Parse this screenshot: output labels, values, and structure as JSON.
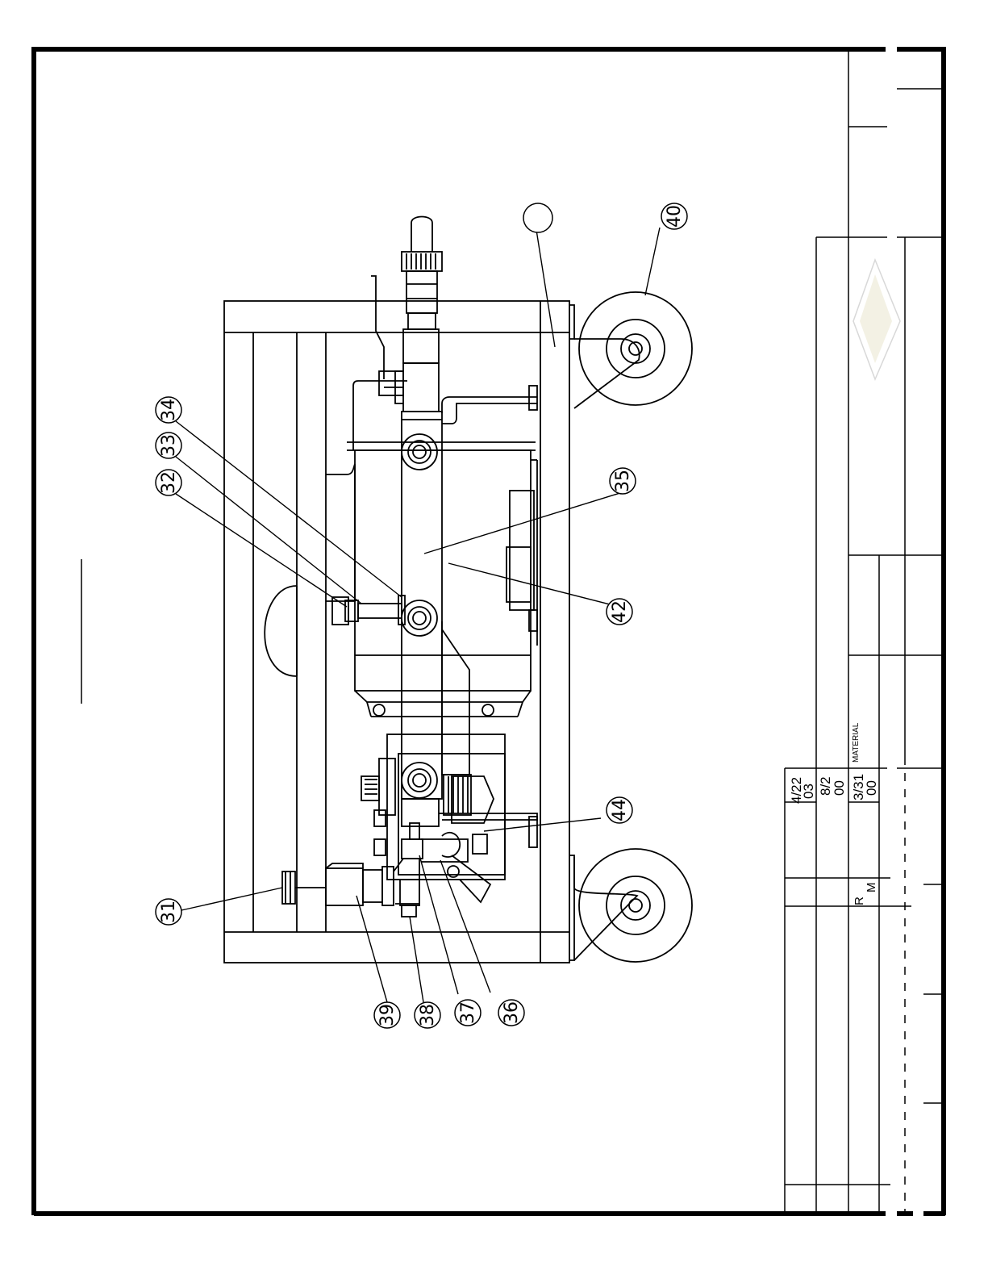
{
  "callouts": [
    {
      "id": "c31",
      "label": "31"
    },
    {
      "id": "c32",
      "label": "32"
    },
    {
      "id": "c33",
      "label": "33"
    },
    {
      "id": "c34",
      "label": "34"
    },
    {
      "id": "c35",
      "label": "35"
    },
    {
      "id": "c36",
      "label": "36"
    },
    {
      "id": "c37",
      "label": "37"
    },
    {
      "id": "c38",
      "label": "38"
    },
    {
      "id": "c39",
      "label": "39"
    },
    {
      "id": "c40",
      "label": "40"
    },
    {
      "id": "c42",
      "label": "42"
    },
    {
      "id": "c44",
      "label": "44"
    },
    {
      "id": "cblank",
      "label": ""
    }
  ],
  "title_block": {
    "revisions": [
      {
        "date_line1": "4/22",
        "date_line2": "03"
      },
      {
        "date_line1": "8/2",
        "date_line2": "00"
      },
      {
        "date_line1": "3/31",
        "date_line2": "00"
      }
    ],
    "material_label": "MATERIAL",
    "r_label": "R",
    "m_label": "M"
  }
}
